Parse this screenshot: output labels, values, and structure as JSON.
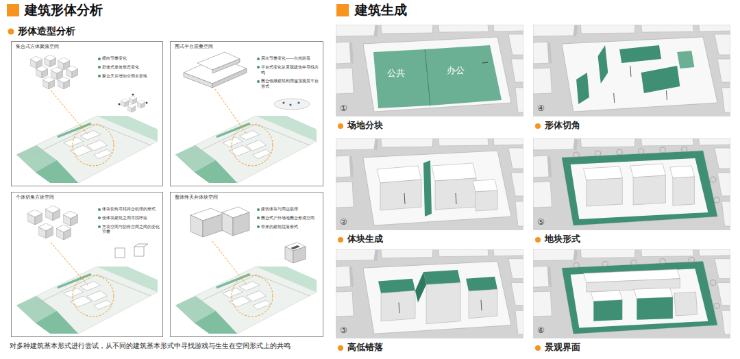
{
  "diagram": {
    "title": "建筑形体分析",
    "caption": "对多种建筑基本形式进行尝试，从不同的建筑基本形式中寻找游戏与生生在空间形式上的共鸣",
    "nodes": [
      {
        "text": [
          "集合式方体聚落空间",
          "横向节奏变化",
          "群体式单体形态变化",
          "聚合天井增加空间丰富性"
        ]
      },
      {
        "text": [
          "围式平台层叠空间",
          "层次节奏变化——自然跌落",
          "平台式变化从景观建筑中寻找共鸣",
          "围合低矮建筑利用屋顶观景平台形式"
        ]
      },
      {
        "text": [
          "个体切角方块空间",
          "体块切角寻找符合机理的形式",
          "使体块建筑之间寻找呼应",
          "方块空间与切角空间之间的变化节奏"
        ]
      },
      {
        "text": [
          "整体性天井体块空间",
          "建筑体块与周边肌理",
          "围合式户外场地围合形成空间",
          "带来的建筑院落形式"
        ]
      },
      {
        "text": [
          "①",
          "场地分块"
        ]
      },
      {
        "text": [
          "④",
          "形体切角"
        ]
      },
      {
        "text": [
          "②",
          "体块生成"
        ]
      },
      {
        "text": [
          "⑤",
          "地块形式"
        ]
      },
      {
        "text": [
          "③",
          "高低错落"
        ]
      },
      {
        "text": [
          "⑥",
          "景观界面"
        ]
      }
    ],
    "labels": [
      "形体造型分析",
      "建筑生成",
      "公共",
      "办公"
    ]
  }
}
